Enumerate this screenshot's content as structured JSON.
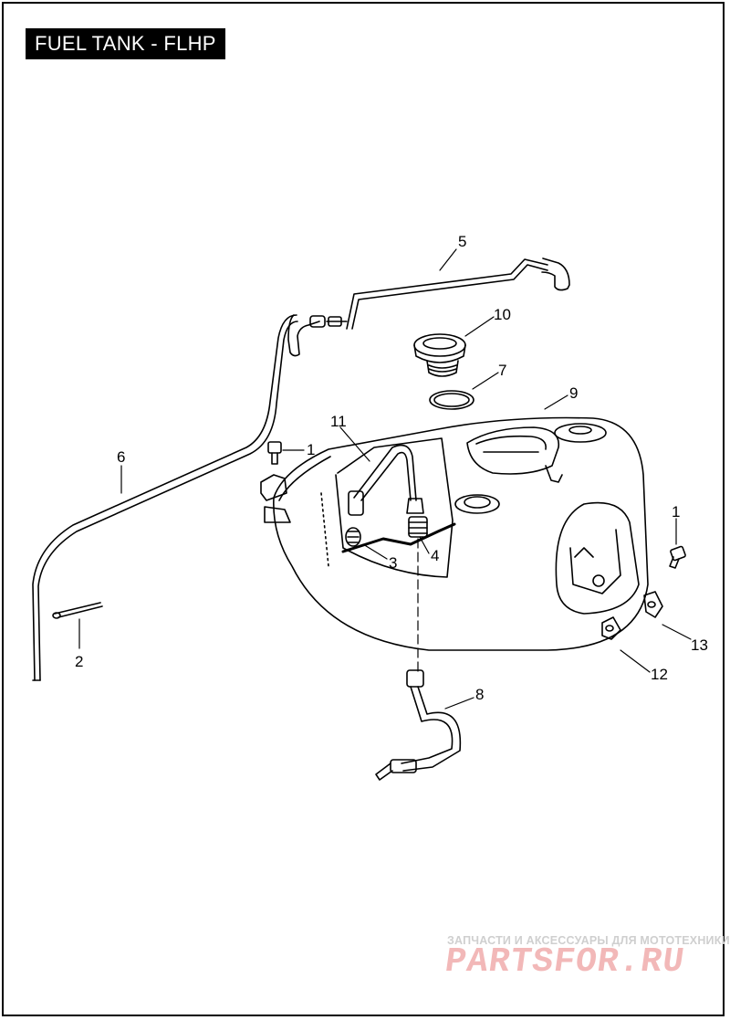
{
  "title": "FUEL TANK - FLHP",
  "callouts": [
    "1",
    "1",
    "2",
    "3",
    "4",
    "5",
    "6",
    "7",
    "8",
    "9",
    "10",
    "11",
    "12",
    "13"
  ],
  "watermark": {
    "tagline": "ЗАПЧАСТИ И АКСЕССУАРЫ ДЛЯ МОТОТЕХНИКИ",
    "brand": "PARTSFOR.RU"
  },
  "colors": {
    "ink": "#000000",
    "watermark_brand": "#f2b8b8",
    "watermark_tagline": "#cfcfcf"
  }
}
